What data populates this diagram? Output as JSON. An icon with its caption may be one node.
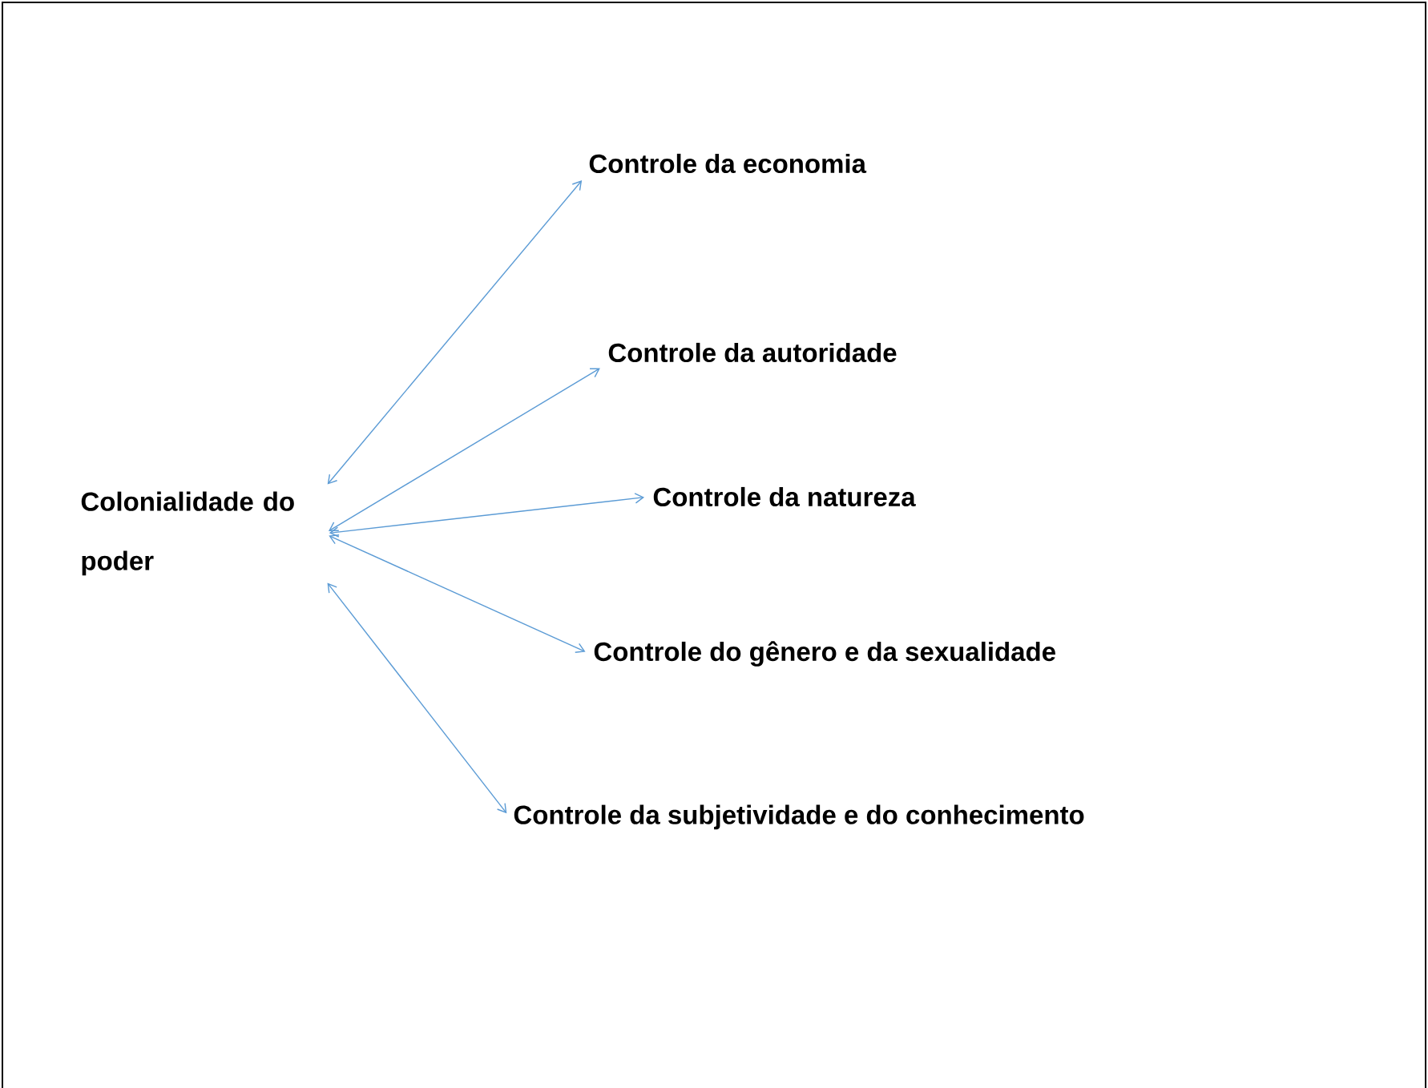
{
  "diagram": {
    "nodes": [
      {
        "text": [
          "Colonialidade do poder"
        ]
      },
      {
        "text": [
          "Controle da economia"
        ]
      },
      {
        "text": [
          "Controle da autoridade"
        ]
      },
      {
        "text": [
          "Controle da natureza"
        ]
      },
      {
        "text": [
          "Controle do gênero e da sexualidade"
        ]
      },
      {
        "text": [
          "Controle da subjetividade e do conhecimento"
        ]
      }
    ],
    "edges": [
      {
        "from": 0,
        "to": 1,
        "arrow": "both"
      },
      {
        "from": 0,
        "to": 2,
        "arrow": "both"
      },
      {
        "from": 0,
        "to": 3,
        "arrow": "both"
      },
      {
        "from": 0,
        "to": 4,
        "arrow": "both"
      },
      {
        "from": 0,
        "to": 5,
        "arrow": "both"
      }
    ]
  }
}
